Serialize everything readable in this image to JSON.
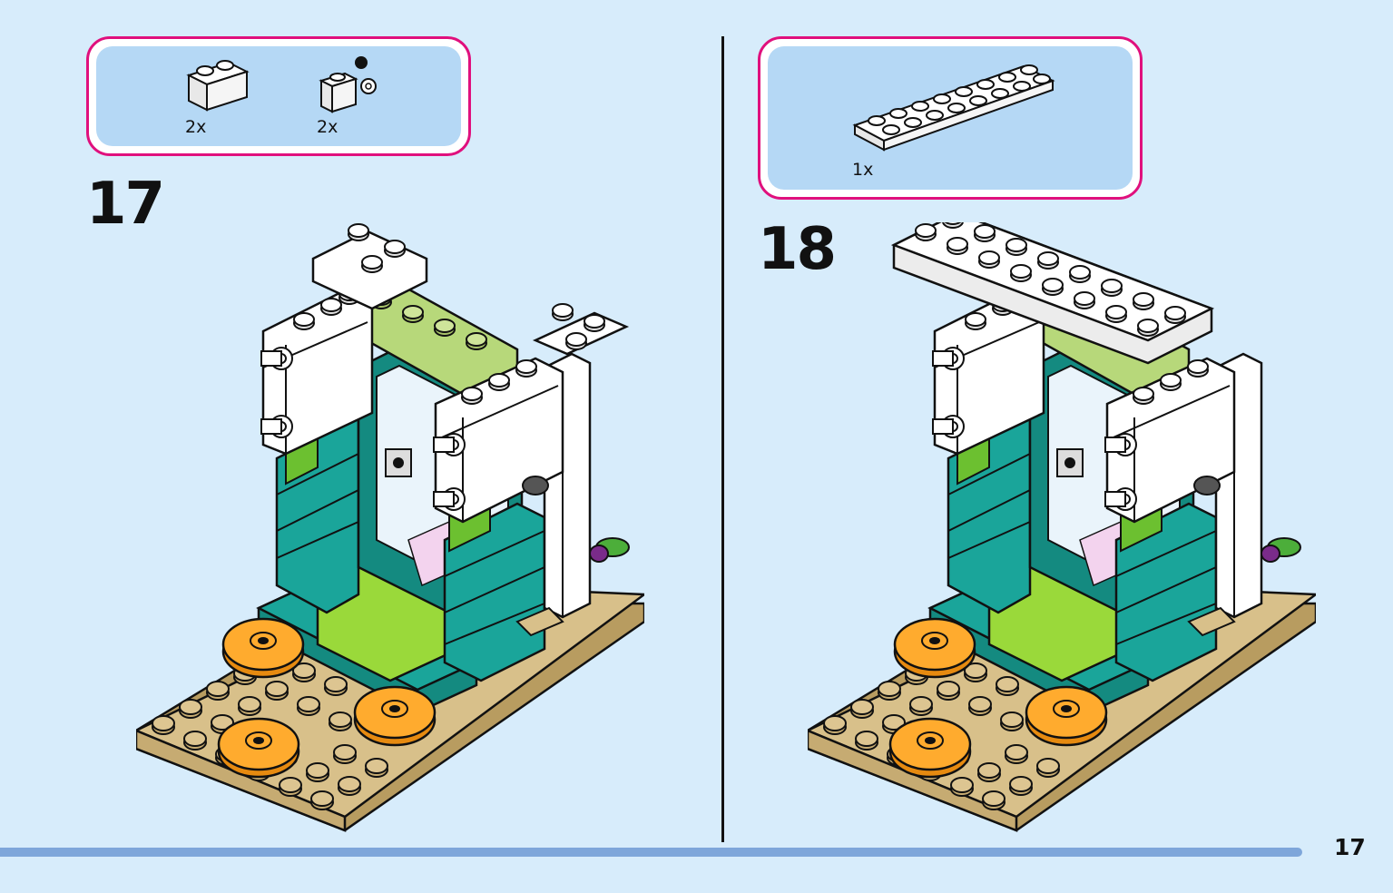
{
  "steps": [
    {
      "number": "17",
      "parts": [
        {
          "icon": "white-brick-1x2-icon",
          "qty": "2x"
        },
        {
          "icon": "white-brick-clip-icon",
          "qty": "2x"
        }
      ]
    },
    {
      "number": "18",
      "parts": [
        {
          "icon": "white-plate-2x8-icon",
          "qty": "1x"
        }
      ]
    }
  ],
  "page_number": "17",
  "colors": {
    "background": "#d7ecfb",
    "parts_box_border": "#e0107d",
    "parts_box_fill": "#b5d8f5",
    "footer_bar": "#7ea6da",
    "teal": "#1aa59a",
    "lime": "#9ad93a",
    "tan": "#d8c08a",
    "orange": "#ffab2e",
    "white": "#ffffff"
  }
}
